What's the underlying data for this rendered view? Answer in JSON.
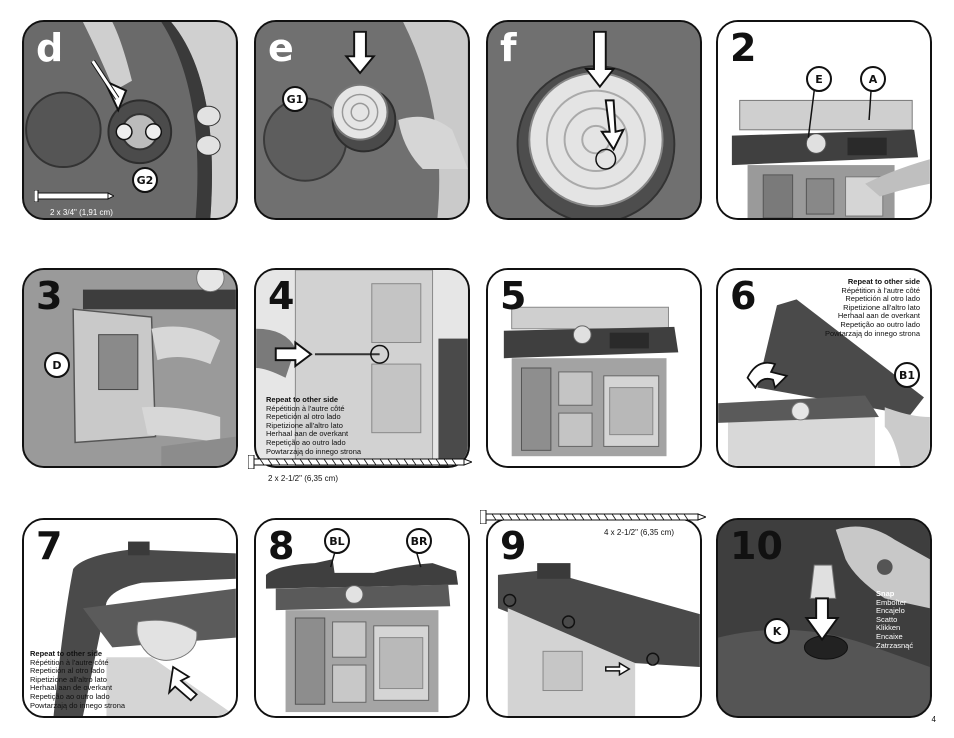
{
  "steps": {
    "d": "d",
    "e": "e",
    "f": "f",
    "s2": "2",
    "s3": "3",
    "s4": "4",
    "s5": "5",
    "s6": "6",
    "s7": "7",
    "s8": "8",
    "s9": "9",
    "s10": "10"
  },
  "callouts": {
    "g2": "G2",
    "g1": "G1",
    "e": "E",
    "a": "A",
    "d": "D",
    "b1": "B1",
    "bl": "BL",
    "br": "BR",
    "k": "K"
  },
  "screws": {
    "d_size": "2 x 3/4\" (1,91 cm)",
    "s4_size": "2 x 2-1/2\" (6,35 cm)",
    "s9_size": "4 x 2-1/2\" (6,35 cm)"
  },
  "repeat": {
    "heading": "Repeat to other side",
    "lines": [
      "Répétition à l'autre côté",
      "Repetición al otro lado",
      "Ripetizione all'altro lato",
      "Herhaal aan de overkant",
      "Repetição ao outro lado",
      "Powtarzają do innego strona"
    ]
  },
  "snap": {
    "heading": "Snap",
    "lines": [
      "Emboîter",
      "Encajelo",
      "Scatto",
      "Klikken",
      "Encaixe",
      "Zatrzasnąć"
    ]
  },
  "page_number": "4",
  "colors": {
    "dark": "#4d4d4d",
    "mid": "#8c8c8c",
    "light": "#d9d9d9",
    "outline": "#111111"
  }
}
